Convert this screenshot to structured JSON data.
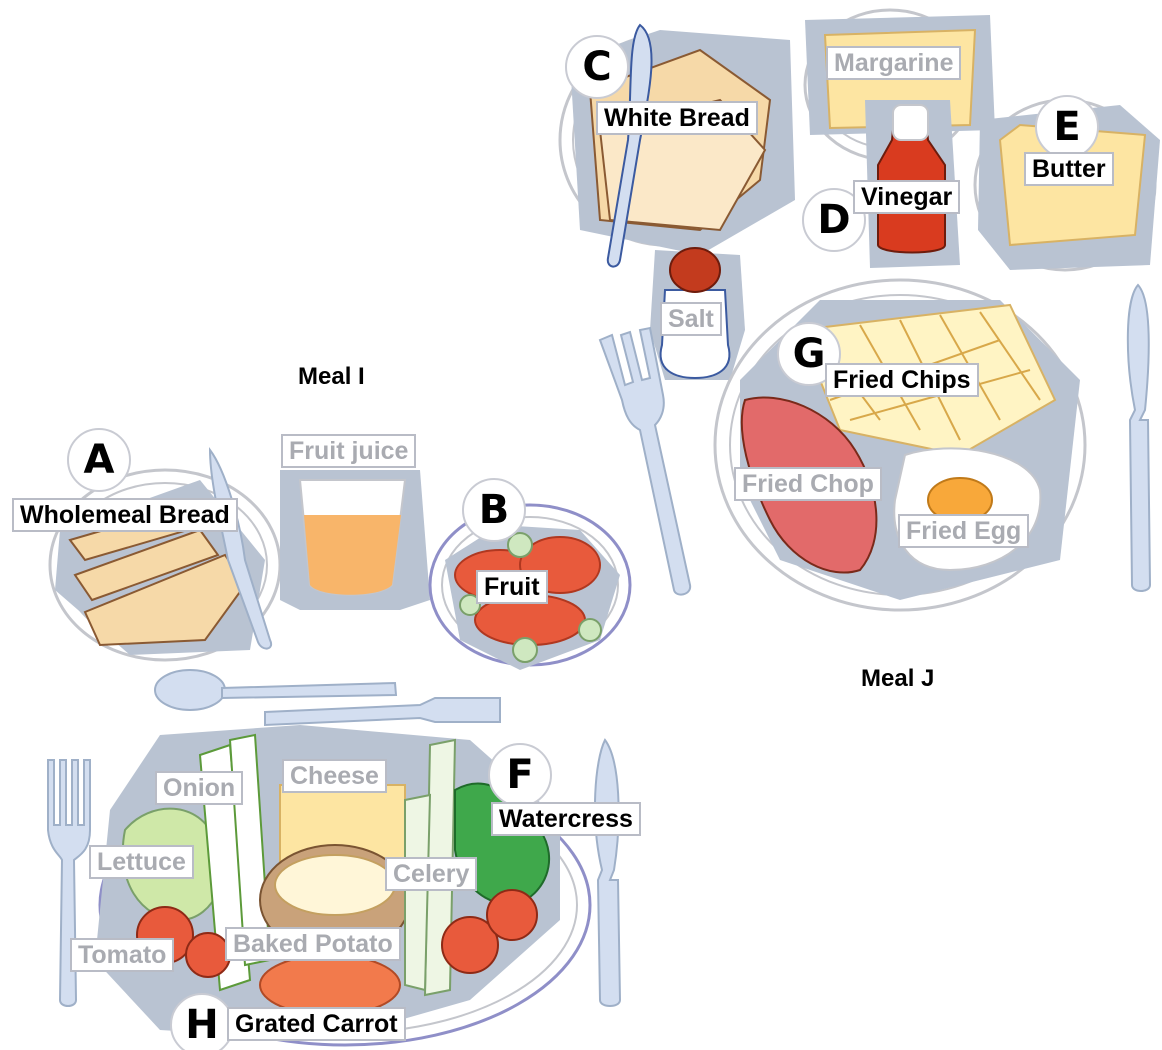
{
  "meals": {
    "meal_i": "Meal I",
    "meal_j": "Meal J"
  },
  "letters": {
    "a": "A",
    "b": "B",
    "c": "C",
    "d": "D",
    "e": "E",
    "f": "F",
    "g": "G",
    "h": "H"
  },
  "foods": {
    "wholemeal_bread": "Wholemeal Bread",
    "fruit_juice": "Fruit juice",
    "fruit": "Fruit",
    "white_bread": "White Bread",
    "margarine": "Margarine",
    "vinegar": "Vinegar",
    "butter": "Butter",
    "salt": "Salt",
    "fried_chips": "Fried Chips",
    "fried_chop": "Fried Chop",
    "fried_egg": "Fried Egg",
    "onion": "Onion",
    "cheese": "Cheese",
    "watercress": "Watercress",
    "lettuce": "Lettuce",
    "celery": "Celery",
    "tomato": "Tomato",
    "baked_potato": "Baked Potato",
    "grated_carrot": "Grated Carrot"
  },
  "colors": {
    "shadow": "#b9c3d2",
    "plate": "#c4c6cc",
    "cutlery": "#d3def0",
    "juice": "#f8b56a",
    "tomato": "#e85a3c",
    "bread": "#f6d9a8",
    "butter": "#fde5a2",
    "vinegar": "#d93b1f",
    "chips": "#fff4c4",
    "chop": "#e26a6a",
    "lettuce": "#cfe8a8",
    "watercress": "#3fa84b",
    "carrot": "#f27a4c"
  }
}
